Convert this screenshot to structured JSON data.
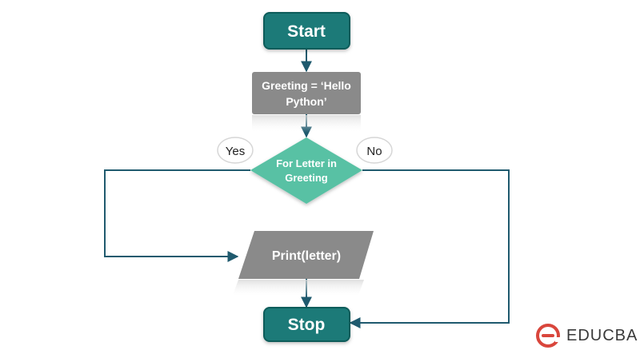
{
  "diagram": {
    "nodes": {
      "start": {
        "label": "Start"
      },
      "assign": {
        "lines": [
          "Greeting = ‘Hello",
          "Python’"
        ]
      },
      "decision": {
        "lines": [
          "For Letter in",
          "Greeting"
        ]
      },
      "print": {
        "label": "Print(letter)"
      },
      "stop": {
        "label": "Stop"
      }
    },
    "branch_labels": {
      "yes": "Yes",
      "no": "No"
    }
  },
  "brand": {
    "name": "EDUCBA",
    "icon": "educba-logo-icon"
  },
  "colors": {
    "teal": "#1f7a78",
    "teal_border": "#0f5c5a",
    "decision_fill": "#58c1a4",
    "gray_fill": "#8a8a8a",
    "line": "#1f5a6e",
    "brand_red": "#d9463c"
  }
}
